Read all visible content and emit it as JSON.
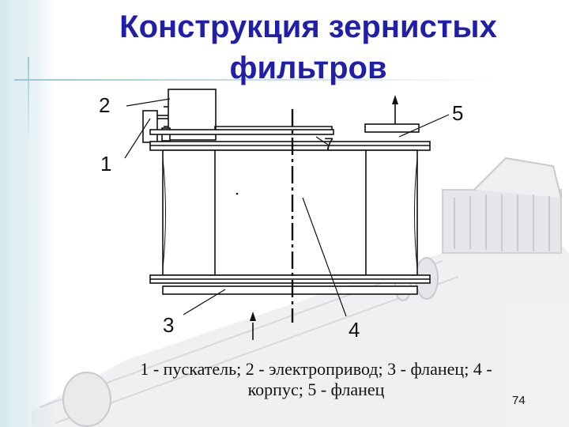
{
  "slide": {
    "title_line1": "Конструкция зернистых",
    "title_line2": "фильтров",
    "caption_line1": "1 - пускатель; 2 - электропривод; 3 - фланец; 4 -",
    "caption_line2": "корпус; 5 - фланец",
    "page_number": "74"
  },
  "labels": {
    "l1": "1",
    "l2": "2",
    "l3": "3",
    "l4": "4",
    "l5": "5",
    "l7": "7"
  },
  "colors": {
    "title": "#1f1fa8",
    "accent_lines": "#9cc6d3",
    "drawing": "#111111",
    "background_machine": "#c8ccd2"
  }
}
